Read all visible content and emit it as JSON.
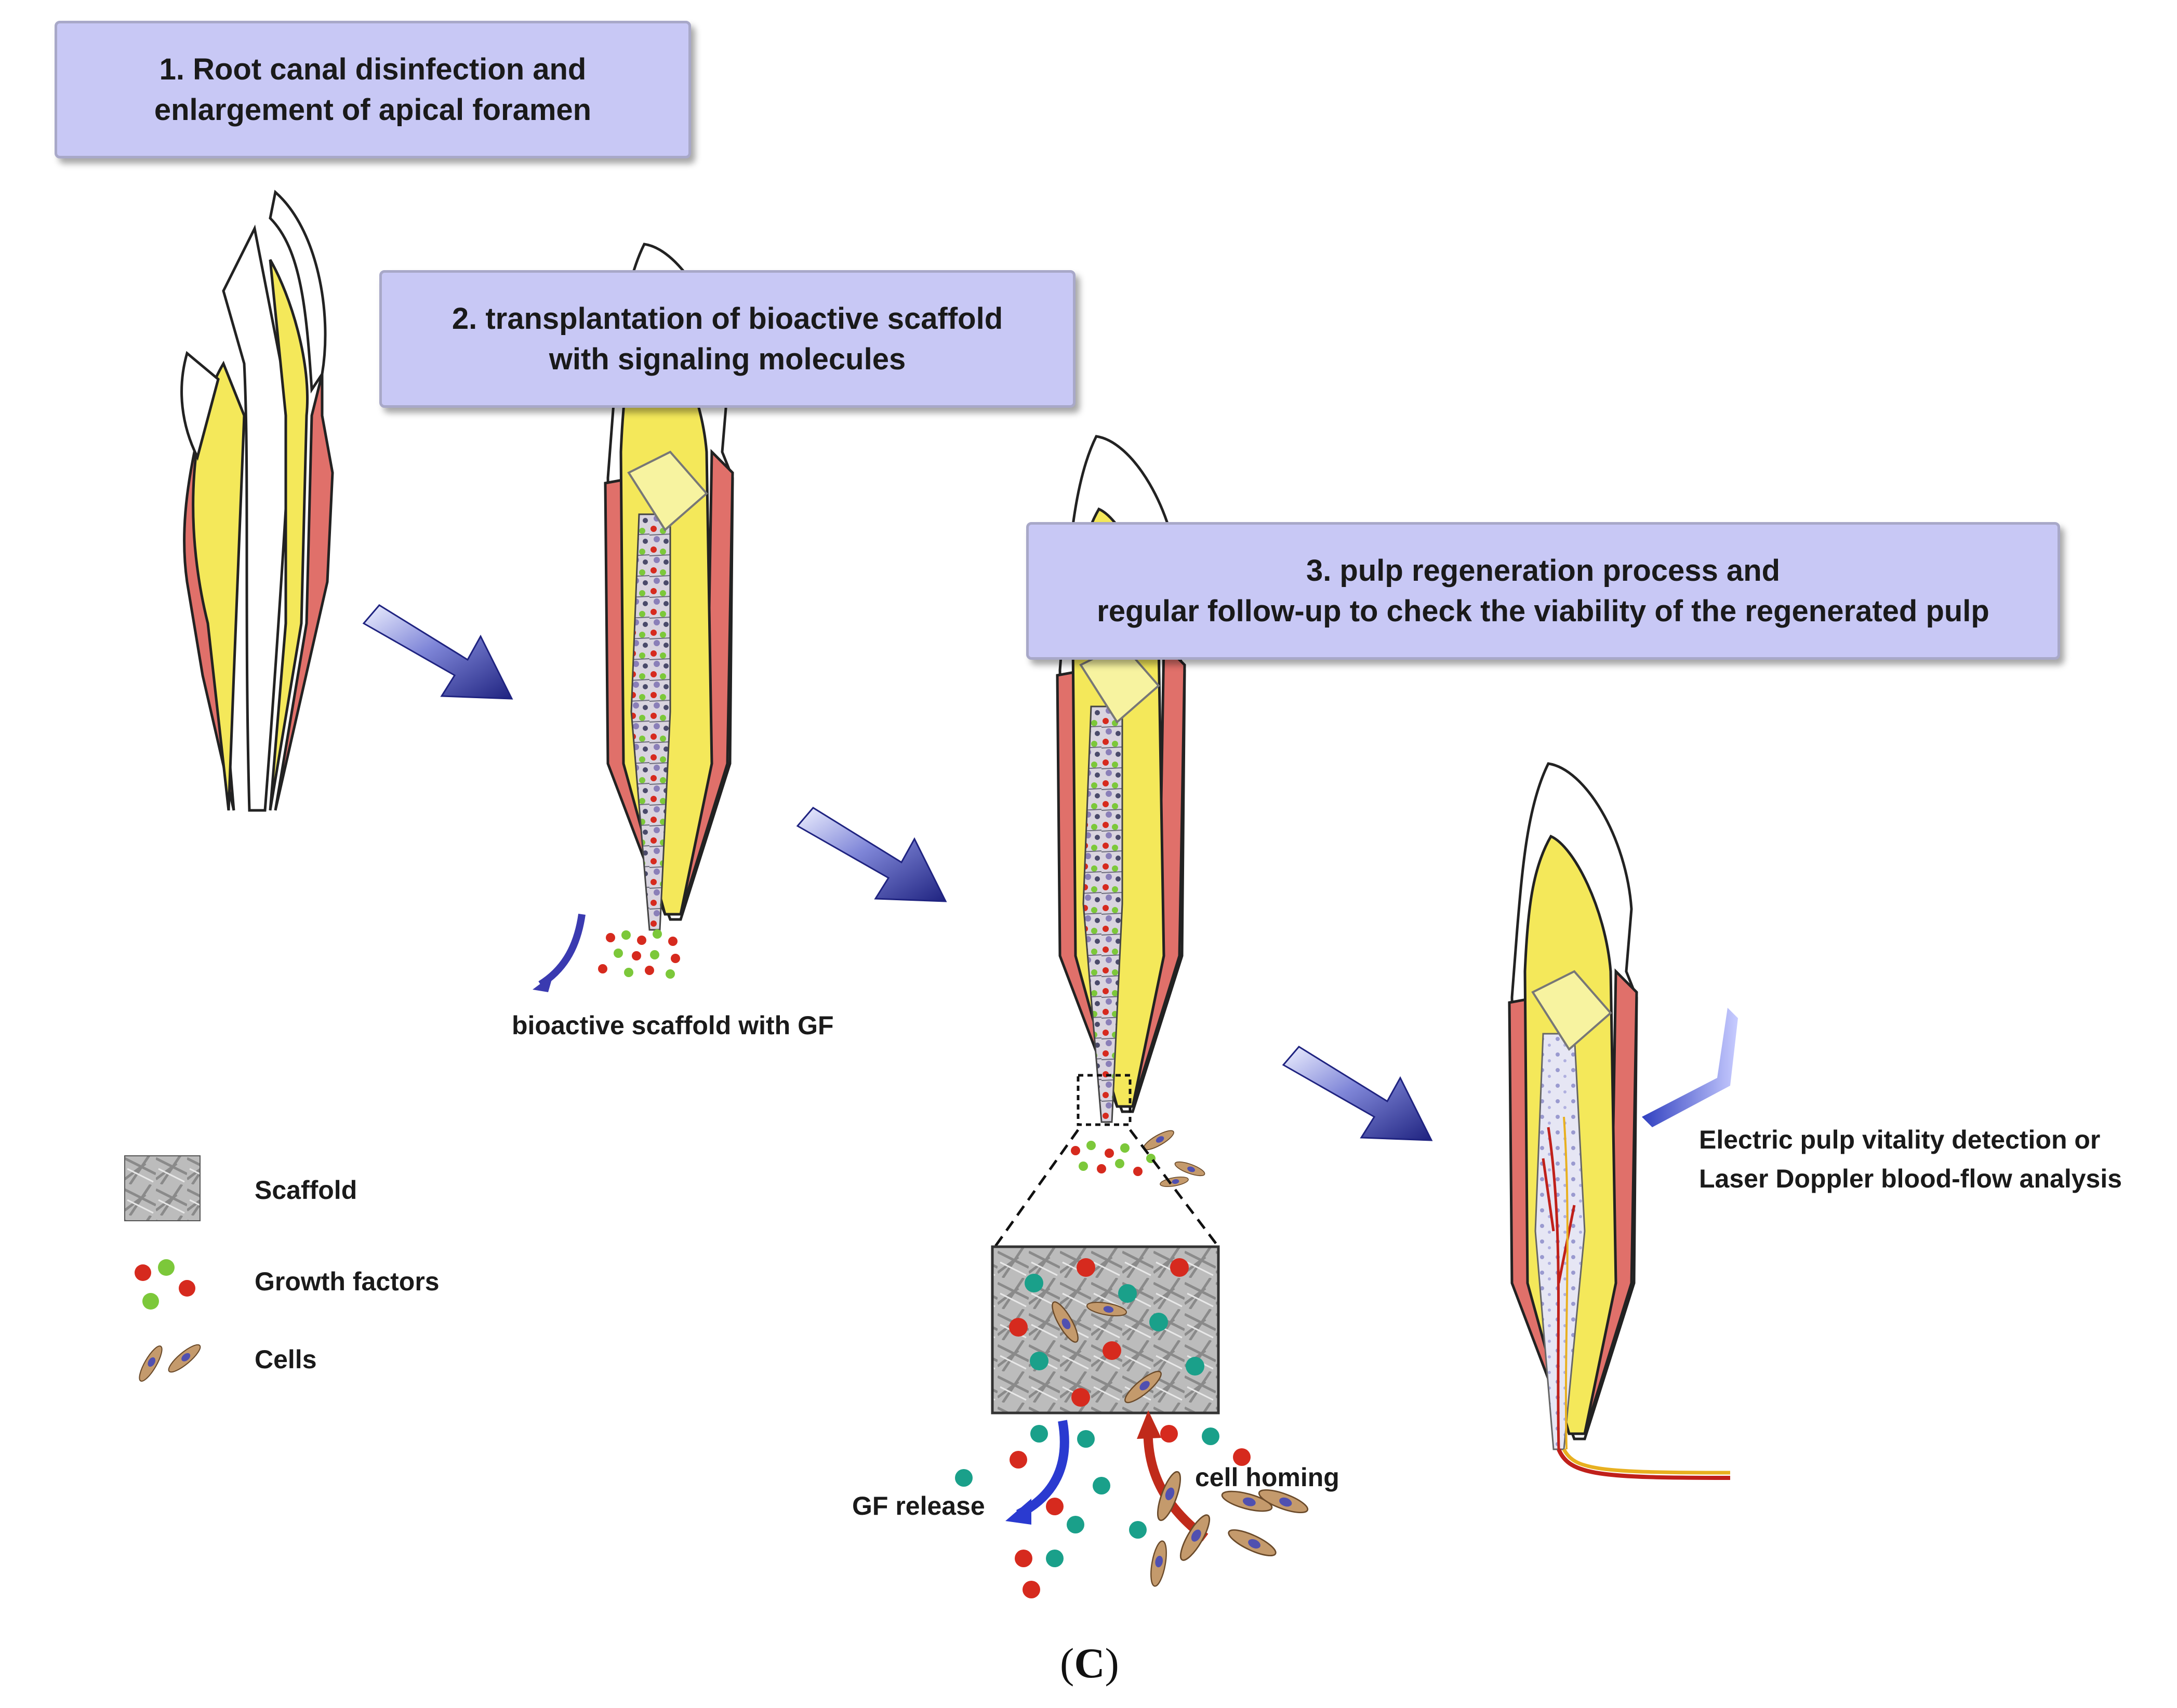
{
  "steps": [
    {
      "line1": "1. Root canal disinfection and",
      "line2": "enlargement of apical foramen"
    },
    {
      "line1": "2. transplantation of bioactive scaffold",
      "line2": "with signaling molecules"
    },
    {
      "line1": "3. pulp regeneration process and",
      "line2": "regular follow-up to check the viability of the regenerated pulp"
    }
  ],
  "labels": {
    "scaffold_gf": "bioactive scaffold with GF",
    "gf_release": "GF release",
    "cell_homing": "cell homing",
    "detection_line1": "Electric pulp vitality detection or",
    "detection_line2": "Laser Doppler blood-flow analysis"
  },
  "legend": {
    "scaffold": "Scaffold",
    "growth_factors": "Growth factors",
    "cells": "Cells"
  },
  "caption": {
    "open": "(",
    "letter": "C",
    "close": ")"
  },
  "colors": {
    "box_fill": "#c8c8f5",
    "dentin": "#f4e85a",
    "enamel": "#ffffff",
    "cementum": "#e0706a",
    "arrow": "#2a2a8a",
    "growth_factor_red": "#d62a1e",
    "growth_factor_green": "#7cc83a"
  }
}
